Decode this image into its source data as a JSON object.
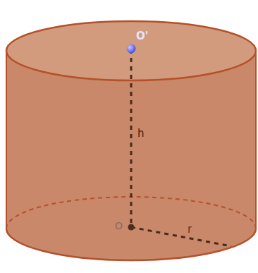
{
  "diagram": {
    "labels": [
      "O'",
      "h",
      "O",
      "r"
    ]
  }
}
